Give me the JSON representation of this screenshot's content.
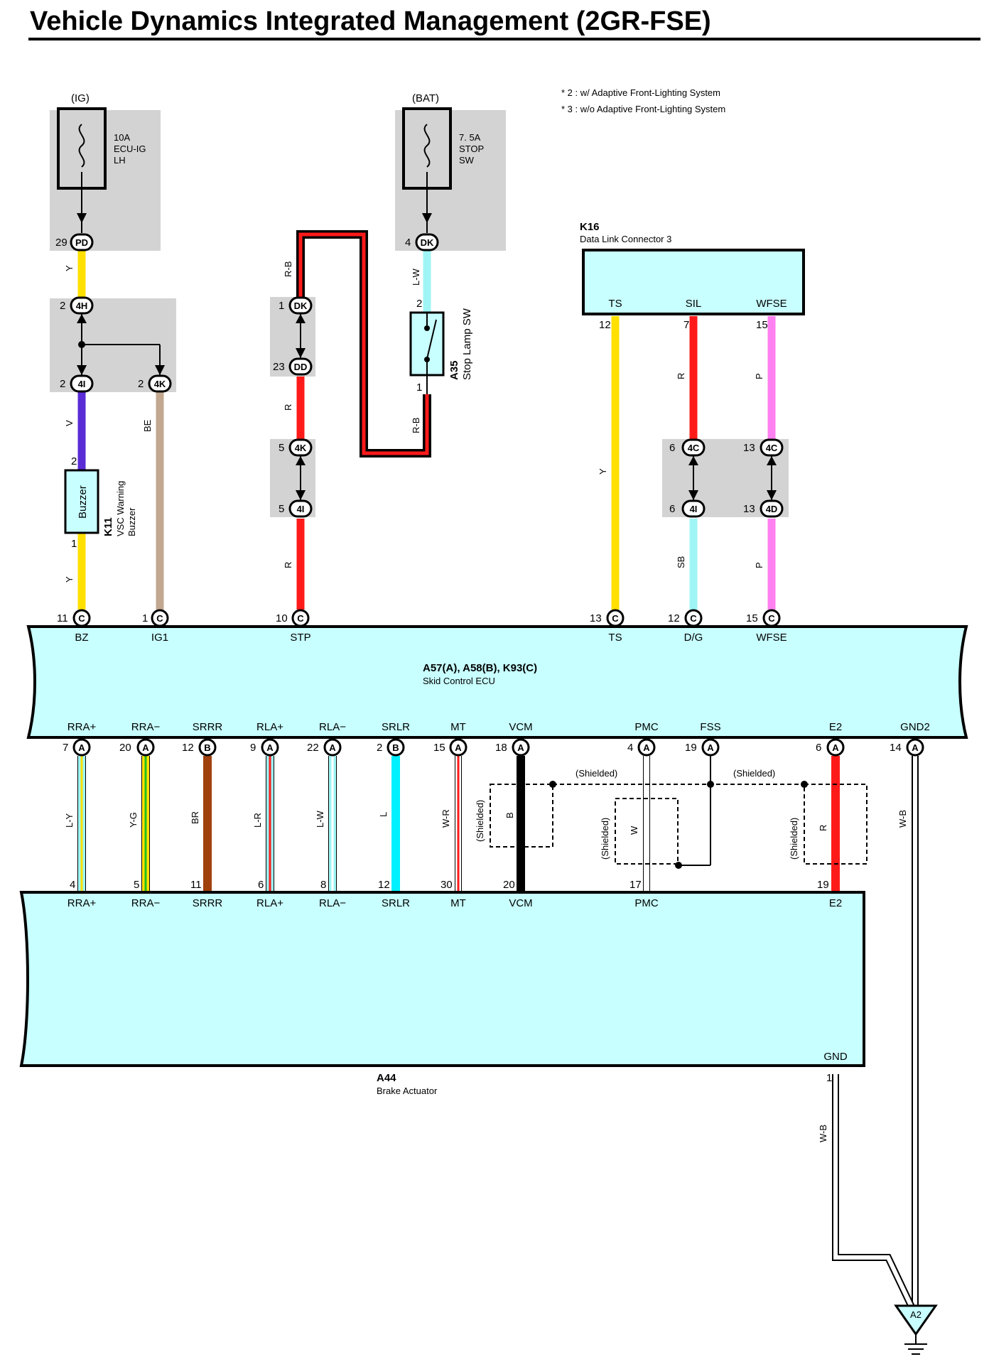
{
  "title": "Vehicle Dynamics Integrated Management (2GR-FSE)",
  "notes": [
    "* 2 : w/ Adaptive Front-Lighting System",
    "* 3 : w/o Adaptive Front-Lighting System"
  ],
  "power": {
    "ig": "(IG)",
    "bat": "(BAT)"
  },
  "fuses": {
    "ecu_ig": {
      "line1": "10A",
      "line2": "ECU-IG",
      "line3": "LH"
    },
    "stop": {
      "line1": "7. 5A",
      "line2": "STOP",
      "line3": "SW"
    }
  },
  "pins": {
    "p29": "29",
    "p4a": "4",
    "p2a": "2",
    "p2b": "2",
    "p2c": "2",
    "p1a": "1",
    "p23": "23",
    "p5a": "5",
    "p5b": "5",
    "p2sw": "2",
    "p1sw": "1",
    "p2bz": "2",
    "p1bz": "1",
    "p12k": "12",
    "p7k": "7",
    "p15k": "15",
    "p6a": "6",
    "p6b": "6",
    "p13a": "13",
    "p13b": "13",
    "c11": "11",
    "c1": "1",
    "c10": "10",
    "c13": "13",
    "c12": "12",
    "c15": "15",
    "e7": "7",
    "e20": "20",
    "e12": "12",
    "e9": "9",
    "e22": "22",
    "e2": "2",
    "e15": "15",
    "e18": "18",
    "e4": "4",
    "e19": "19",
    "e6": "6",
    "e14": "14",
    "b4": "4",
    "b5": "5",
    "b11": "11",
    "b6": "6",
    "b8": "8",
    "b12": "12",
    "b30": "30",
    "b20": "20",
    "b17": "17",
    "b19": "19",
    "g1": "1"
  },
  "connectors": {
    "pd": "PD",
    "dk": "DK",
    "dd": "DD",
    "h4": "4H",
    "i4": "4I",
    "k4": "4K",
    "c4": "4C",
    "d4": "4D",
    "c": "C",
    "a": "A",
    "b": "B"
  },
  "wires": {
    "y": "Y",
    "v": "V",
    "be": "BE",
    "rb": "R-B",
    "lw": "L-W",
    "r": "R",
    "p": "P",
    "sb": "SB",
    "ly": "L-Y",
    "yg": "Y-G",
    "br": "BR",
    "lr": "L-R",
    "l": "L",
    "wr": "W-R",
    "b": "B",
    "w": "W",
    "wb": "W-B"
  },
  "components": {
    "buzzer": "Buzzer",
    "k11_id": "K11",
    "k11_name1": "VSC Warning",
    "k11_name2": "Buzzer",
    "a35_id": "A35",
    "a35_name": "Stop Lamp SW",
    "k16_id": "K16",
    "k16_name": "Data Link Connector 3",
    "k16_ts": "TS",
    "k16_sil": "SIL",
    "k16_wfse": "WFSE",
    "ecu_id": "A57(A), A58(B), K93(C)",
    "ecu_name": "Skid Control ECU",
    "act_id": "A44",
    "act_name": "Brake Actuator",
    "ground_id": "A2",
    "shielded": "(Shielded)"
  },
  "ecu_terminals_top": [
    "BZ",
    "IG1",
    "STP",
    "TS",
    "D/G",
    "WFSE"
  ],
  "ecu_terminals_bottom": [
    "RRA+",
    "RRA−",
    "SRRR",
    "RLA+",
    "RLA−",
    "SRLR",
    "MT",
    "VCM",
    "PMC",
    "FSS",
    "E2",
    "GND2"
  ],
  "actuator_terminals": [
    "RRA+",
    "RRA−",
    "SRRR",
    "RLA+",
    "RLA−",
    "SRLR",
    "MT",
    "VCM",
    "PMC",
    "E2",
    "GND"
  ],
  "colors": {
    "yellow": "#ffe000",
    "violet": "#5a2cd6",
    "beige": "#c2a890",
    "red": "#ff1a1a",
    "cyan": "#9ff5f5",
    "pink": "#ff80f0",
    "brown": "#a0400c",
    "box": "#c8ffff",
    "gray": "#d3d3d3"
  }
}
